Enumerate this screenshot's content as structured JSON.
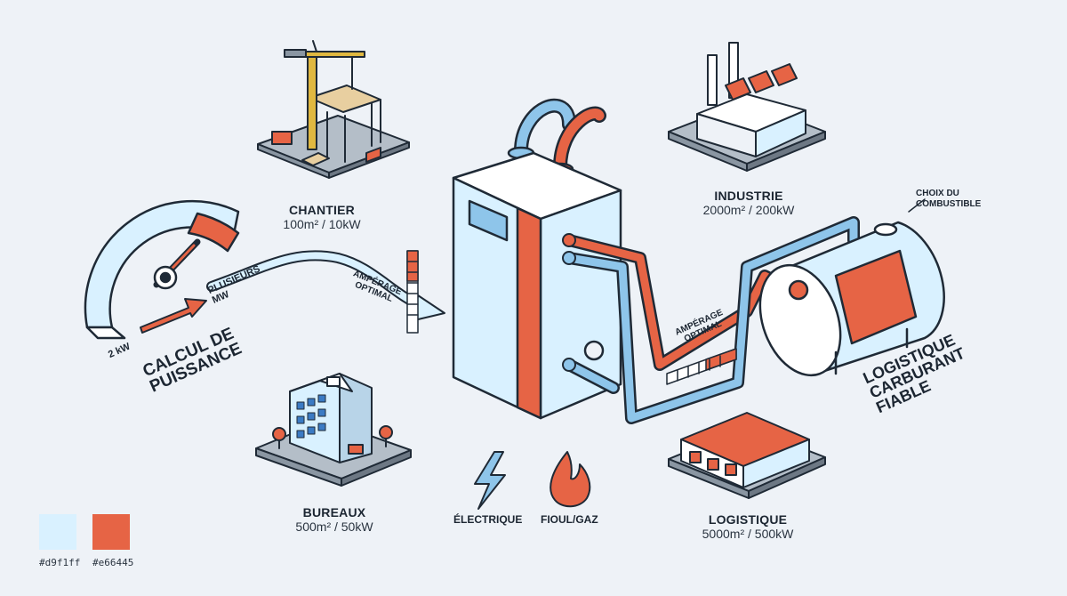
{
  "colors": {
    "light": "#d9f1ff",
    "accent": "#e66445",
    "outline": "#1f2a36",
    "background": "#eef2f7"
  },
  "left": {
    "gauge_min": "2 kW",
    "gauge_max": "PLUSIEURS MW",
    "power_calc": "CALCUL DE PUISSANCE",
    "amperage": "AMPÉRAGE OPTIMAL"
  },
  "sites": {
    "chantier": {
      "title": "CHANTIER",
      "spec": "100m² / 10kW",
      "icon": "construction-crane-icon"
    },
    "industrie": {
      "title": "INDUSTRIE",
      "spec": "2000m² / 200kW",
      "icon": "factory-icon"
    },
    "bureaux": {
      "title": "BUREAUX",
      "spec": "500m² / 50kW",
      "icon": "office-building-icon"
    },
    "logistique": {
      "title": "LOGISTIQUE",
      "spec": "5000m² / 500kW",
      "icon": "warehouse-icon"
    }
  },
  "energy": {
    "electric": "ÉLECTRIQUE",
    "fuel": "FIOUL/GAZ"
  },
  "right": {
    "fuel_choice": "CHOIX DU COMBUSTIBLE",
    "pipe_amperage": "AMPÉRAGE OPTIMAL",
    "logistics_line1": "LOGISTIQUE",
    "logistics_line2": "CARBURANT",
    "logistics_line3": "FIABLE"
  },
  "swatches": [
    "#d9f1ff",
    "#e66445"
  ]
}
